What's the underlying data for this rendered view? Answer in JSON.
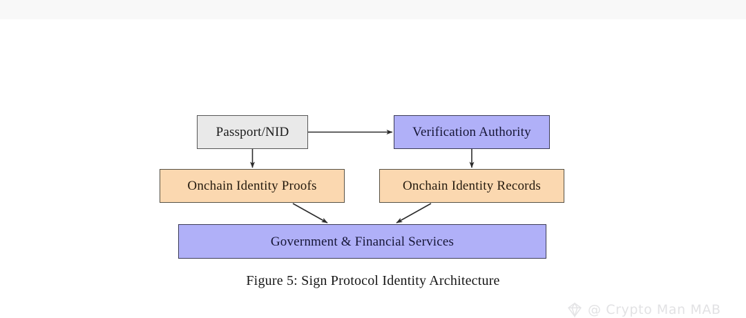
{
  "page": {
    "background_color": "#ffffff",
    "top_band_color": "#f8f8f8"
  },
  "figure": {
    "caption": "Figure 5: Sign Protocol Identity Architecture",
    "nodes": [
      {
        "id": "passport",
        "label": "Passport/NID",
        "fill": "#e9e9e9",
        "stroke": "#555555"
      },
      {
        "id": "verification-authority",
        "label": "Verification Authority",
        "fill": "#b0b0f8",
        "stroke": "#3a3a55"
      },
      {
        "id": "onchain-identity-proofs",
        "label": "Onchain Identity Proofs",
        "fill": "#fbd8b0",
        "stroke": "#555044"
      },
      {
        "id": "onchain-identity-records",
        "label": "Onchain Identity Records",
        "fill": "#fbd8b0",
        "stroke": "#555044"
      },
      {
        "id": "government-financial-services",
        "label": "Government & Financial Services",
        "fill": "#b0b0f8",
        "stroke": "#3a3a55"
      }
    ],
    "edges": [
      {
        "from": "passport",
        "to": "verification-authority",
        "direction": "right"
      },
      {
        "from": "passport",
        "to": "onchain-identity-proofs",
        "direction": "down"
      },
      {
        "from": "verification-authority",
        "to": "onchain-identity-records",
        "direction": "down"
      },
      {
        "from": "onchain-identity-proofs",
        "to": "government-financial-services",
        "direction": "diagonal-down-right"
      },
      {
        "from": "onchain-identity-records",
        "to": "government-financial-services",
        "direction": "diagonal-down-left"
      }
    ],
    "edge_color": "#2b2b2b"
  },
  "watermark": {
    "handle": "@ Crypto Man MAB",
    "logo_icon": "diamond-gem-icon",
    "color": "#e2e2e4"
  }
}
